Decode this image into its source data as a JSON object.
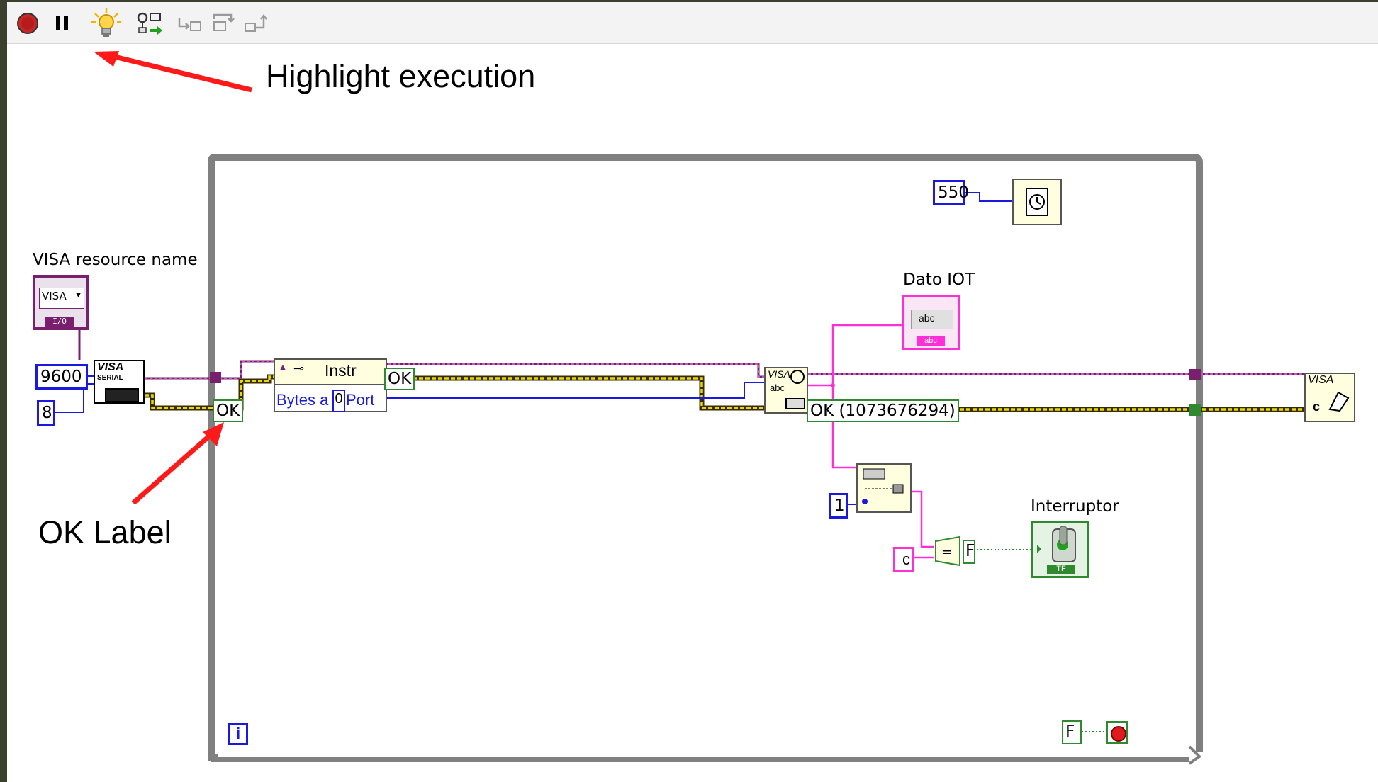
{
  "toolbar": {
    "buttons": [
      {
        "name": "abort-execution-button",
        "icon": "stop-icon"
      },
      {
        "name": "pause-button",
        "icon": "pause-icon"
      },
      {
        "name": "highlight-execution-button",
        "icon": "lightbulb-icon"
      },
      {
        "name": "retain-wire-values-button",
        "icon": "probe-icon"
      },
      {
        "name": "step-into-button",
        "icon": "step-into-icon"
      },
      {
        "name": "step-over-button",
        "icon": "step-over-icon"
      },
      {
        "name": "step-out-button",
        "icon": "step-out-icon"
      }
    ]
  },
  "annotations": {
    "highlight_execution": "Highlight execution",
    "ok_label": "OK Label"
  },
  "diagram": {
    "visa_resource_label": "VISA resource name",
    "visa_control_text": "VISA",
    "visa_control_footer": "I/O",
    "baud_rate_constant": "9600",
    "data_bits_constant": "8",
    "serial_config_title": "VISA",
    "serial_config_sub": "SERIAL",
    "ok_error_in": "OK",
    "property_node_class": "Instr",
    "property_node_status": "OK",
    "property_bytes": "Bytes a",
    "property_index": "0",
    "property_port": "Port",
    "read_node_title": "VISA",
    "read_node_sub": "abc",
    "ok_error_out": "OK (1073676294)",
    "wait_ms_constant": "550",
    "dato_iot_label": "Dato IOT",
    "dato_iot_text": "abc",
    "dato_iot_footer": "abc",
    "subset_offset_constant": "1",
    "string_c_constant": "c",
    "compare_result": "F",
    "interruptor_label": "Interruptor",
    "interruptor_footer": "TF",
    "loop_stop_false": "F",
    "iteration_terminal": "i",
    "close_node_title": "VISA",
    "close_node_sub": "c"
  },
  "colors": {
    "visa_wire": "#7a1f6e",
    "error_wire_yellow": "#c9c200",
    "error_wire_dark": "#3a2a00",
    "int_wire": "#1a1adf",
    "string_wire": "#ff2fd6",
    "bool_wire": "#2f8a2f",
    "arrow": "#ff1a1a",
    "loop_border": "#808080"
  }
}
